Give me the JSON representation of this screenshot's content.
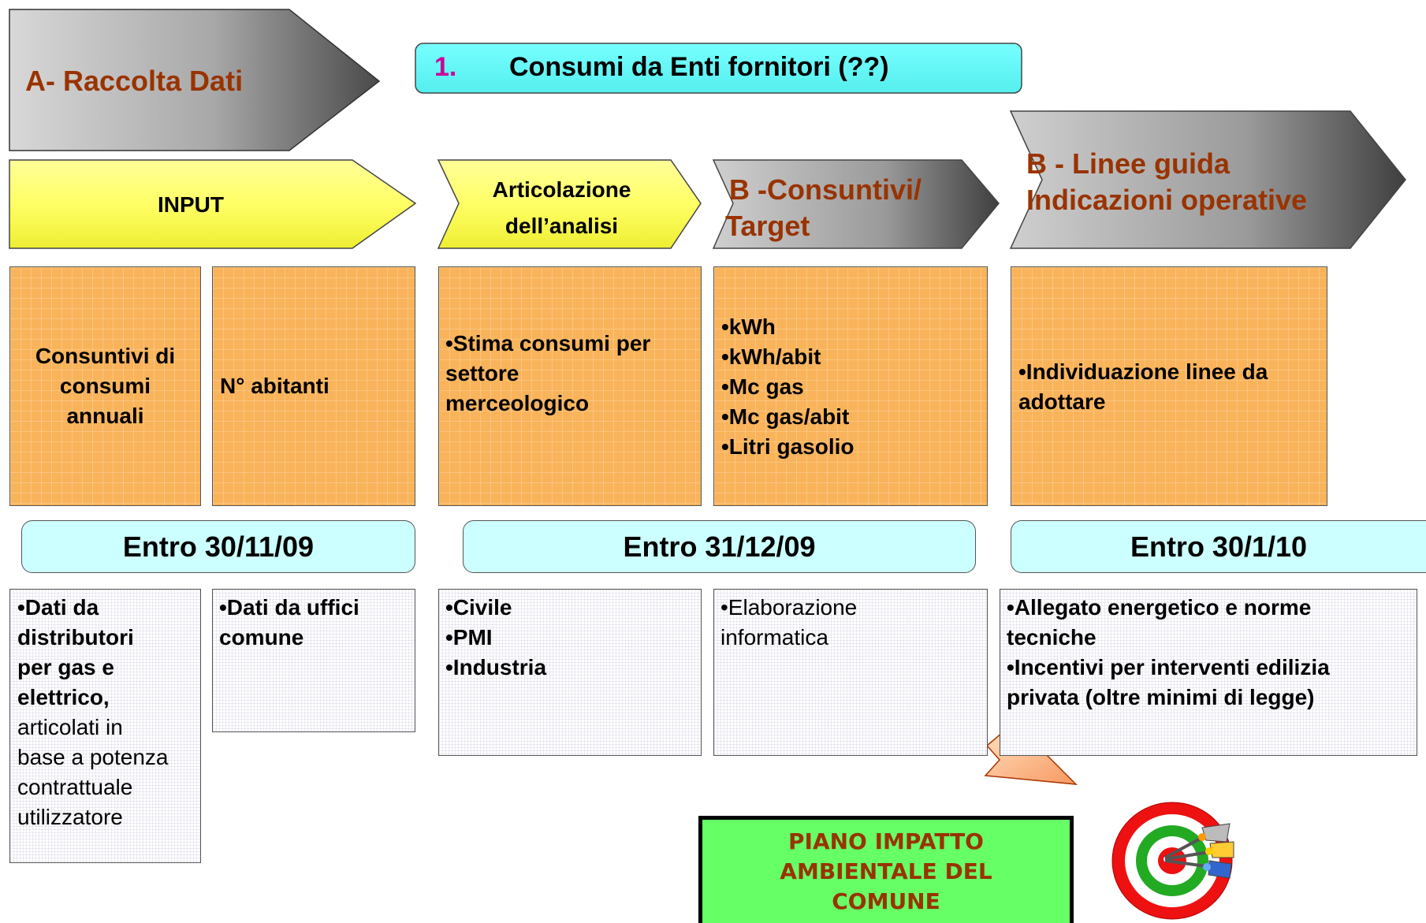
{
  "header": {
    "raccolta_label": "A- Raccolta Dati",
    "consumi_number": "1.",
    "consumi_label": "Consumi da Enti fornitori (??)"
  },
  "stages": {
    "input_label": "INPUT",
    "articolazione_line1": "Articolazione",
    "articolazione_line2": "dell’analisi",
    "consuntivi_line1": "B -Consuntivi/",
    "consuntivi_line2": "Target",
    "linee_line1": "B - Linee guida",
    "linee_line2": "Indicazioni operative"
  },
  "boxes": {
    "consuntivi_consumi": [
      "Consuntivi  di",
      "consumi",
      "annuali"
    ],
    "abitanti": "N° abitanti",
    "stima": [
      "•Stima consumi per",
      "settore",
      "merceologico"
    ],
    "units": [
      "•kWh",
      "•kWh/abit",
      "•Mc gas",
      "•Mc gas/abit",
      "•Litri gasolio"
    ],
    "individuazione": [
      "•Individuazione linee da",
      "adottare"
    ]
  },
  "deadlines": {
    "d1": "Entro 30/11/09",
    "d2": "Entro 31/12/09",
    "d3": "Entro 30/1/10"
  },
  "notes": {
    "distributori_bold": [
      "•Dati da",
      "distributori",
      "per gas e",
      "elettrico,"
    ],
    "distributori_normal": [
      "articolati in",
      "base a potenza",
      "contrattuale",
      "utilizzatore"
    ],
    "uffici": [
      "•Dati da uffici",
      "comune"
    ],
    "settori": [
      "•Civile",
      "•PMI",
      "•Industria"
    ],
    "elaborazione": [
      "•Elaborazione",
      "informatica"
    ],
    "allegato": [
      "•Allegato energetico e norme",
      "tecniche",
      "•Incentivi per interventi edilizia",
      "privata (oltre minimi di legge)"
    ]
  },
  "piano": [
    "PIANO IMPATTO",
    "AMBIENTALE DEL",
    "COMUNE"
  ],
  "colors": {
    "brown_text": "#993300",
    "magenta_number": "#cc0099",
    "cyan_box": "#66ffff",
    "light_cyan": "#ccffff",
    "orange_box": "#f9b35a",
    "yellow_arrow": "#ffff66",
    "green_box": "#66ff66"
  }
}
